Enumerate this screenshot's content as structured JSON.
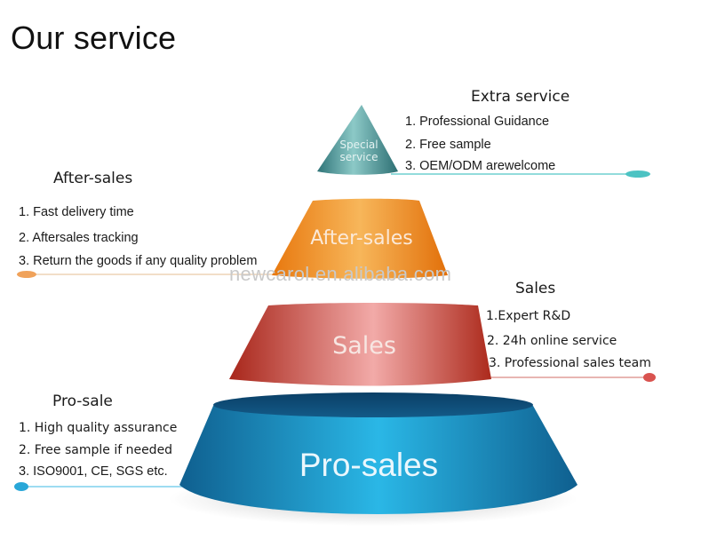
{
  "title": "Our service",
  "watermark": "newcarol.en.alibaba.com",
  "tiers": [
    {
      "id": "special",
      "label_line1": "Special",
      "label_line2": "service",
      "color": "#3e8f92"
    },
    {
      "id": "after-sales",
      "label": "After-sales",
      "color": "#f08a1c"
    },
    {
      "id": "sales",
      "label": "Sales",
      "color": "#c0392b"
    },
    {
      "id": "pro-sales",
      "label": "Pro-sales",
      "color": "#1a86b8"
    }
  ],
  "sections": {
    "extra": {
      "heading": "Extra service",
      "items": [
        "1.  Professional Guidance",
        "2. Free sample",
        "3. OEM/ODM arewelcome"
      ],
      "accent": "#4cc3c3"
    },
    "after_sales": {
      "heading": "After-sales",
      "items": [
        "1. Fast delivery time",
        "2. Aftersales tracking",
        "3.  Return the goods if any quality problem"
      ],
      "accent": "#f0a25a"
    },
    "sales": {
      "heading": "Sales",
      "items": [
        "1.Expert R&D",
        "2. 24h online service",
        "3. Professional sales team"
      ],
      "accent": "#d9534f"
    },
    "pro_sale": {
      "heading": "Pro-sale",
      "items": [
        "1. High quality assurance",
        "2. Free sample if needed",
        "3.  ISO9001, CE, SGS etc."
      ],
      "accent": "#29a7d8"
    }
  }
}
